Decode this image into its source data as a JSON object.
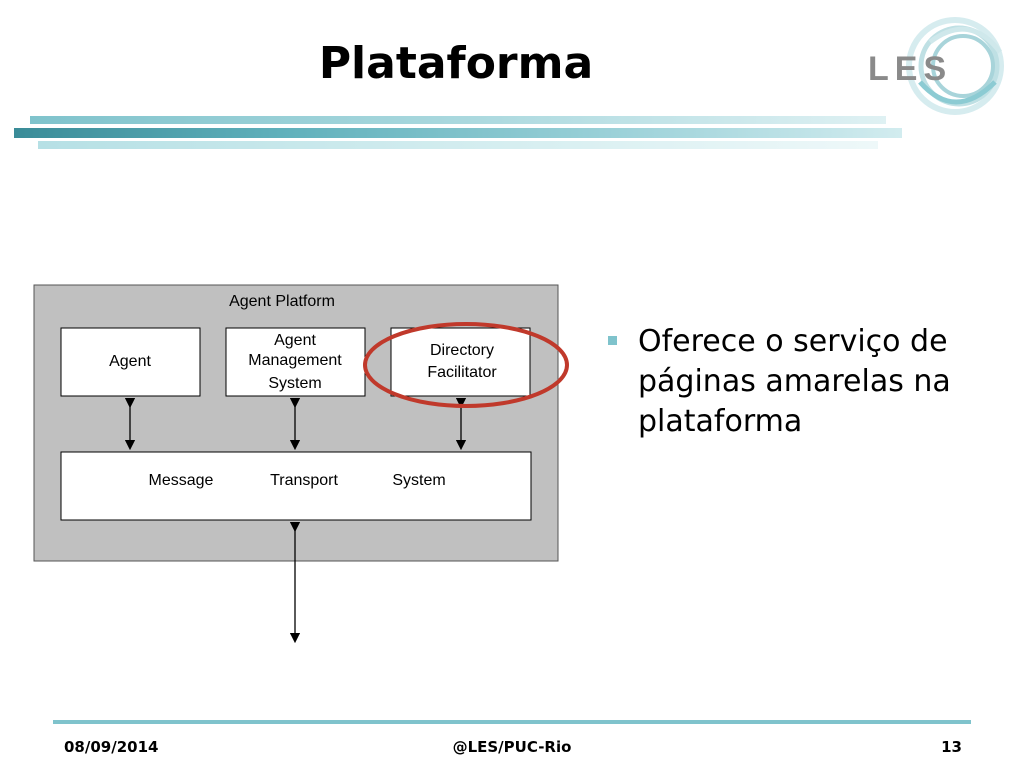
{
  "slide": {
    "title": "Plataforma",
    "bullets": [
      "Oferece o serviço de páginas amarelas na plataforma"
    ]
  },
  "diagram": {
    "platform_label": "Agent Platform",
    "agent_label": "Agent",
    "ams_lines": [
      "Agent",
      "Management",
      "System"
    ],
    "df_lines": [
      "Directory",
      "Facilitator"
    ],
    "mts_words": [
      "Message",
      "Transport",
      "System"
    ],
    "highlighted": "Directory Facilitator",
    "highlight_color": "#c0392b"
  },
  "logo": {
    "text": "LES"
  },
  "footer": {
    "date": "08/09/2014",
    "center": "@LES/PUC-Rio",
    "page": "13"
  },
  "colors": {
    "accent": "#7fc3cc",
    "accent_dark": "#3a8c98",
    "platform_fill": "#c0c0c0"
  }
}
